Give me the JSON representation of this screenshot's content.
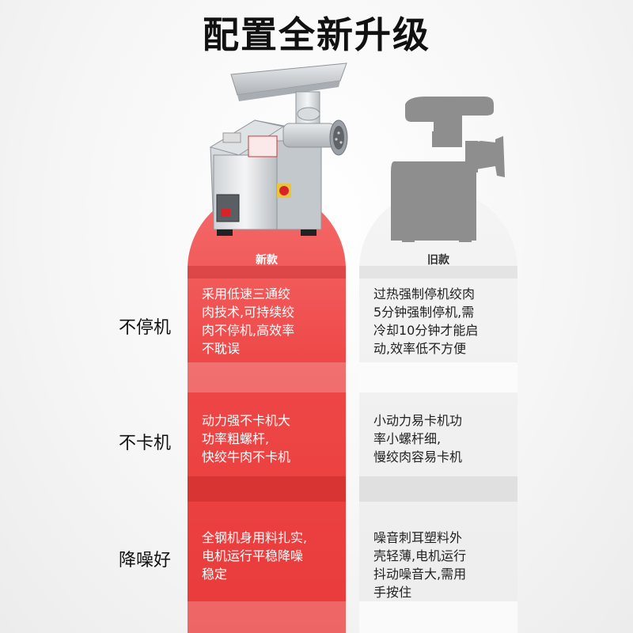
{
  "title": "配置全新升级",
  "columns": {
    "new": {
      "label": "新款"
    },
    "old": {
      "label": "旧款"
    }
  },
  "rows": [
    {
      "label": "不停机",
      "new": "采用低速三通绞\n肉技术,可持续绞\n肉不停机,高效率\n不耽误",
      "old": "过热强制停机绞肉\n5分钟强制停机,需\n冷却10分钟才能启\n动,效率低不方便"
    },
    {
      "label": "不卡机",
      "new": "动力强不卡机大\n功率粗螺杆,\n快绞牛肉不卡机",
      "old": "小动力易卡机功\n率小螺杆细,\n慢绞肉容易卡机"
    },
    {
      "label": "降噪好",
      "new": "全钢机身用料扎实,\n电机运行平稳降噪\n稳定",
      "old": "噪音刺耳塑料外\n壳轻薄,电机运行\n抖动噪音大,需用\n手按住"
    }
  ],
  "colors": {
    "new_column": "#ee4747",
    "old_column": "#ededed",
    "title": "#111111"
  }
}
